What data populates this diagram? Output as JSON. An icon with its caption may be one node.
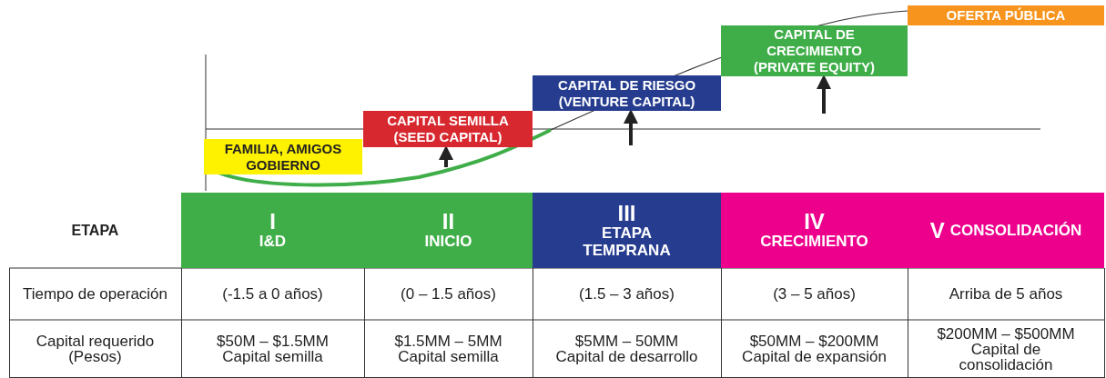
{
  "diagram": {
    "nodes": [
      {
        "text": [
          "FAMILIA, AMIGOS GOBIERNO"
        ]
      },
      {
        "text": [
          "CAPITAL SEMILLA (SEED CAPITAL)"
        ]
      },
      {
        "text": [
          "CAPITAL DE RIESGO (VENTURE CAPITAL)"
        ]
      },
      {
        "text": [
          "CAPITAL DE CRECIMIENTO (PRIVATE EQUITY)"
        ]
      },
      {
        "text": [
          "OFERTA PÚBLICA"
        ]
      },
      {
        "text": [
          "I",
          "I&D"
        ]
      },
      {
        "text": [
          "II",
          "INICIO"
        ]
      },
      {
        "text": [
          "III",
          "ETAPA TEMPRANA"
        ]
      },
      {
        "text": [
          "IV",
          "CRECIMIENTO"
        ]
      },
      {
        "text": [
          "V",
          "CONSOLIDACIÓN"
        ]
      }
    ],
    "edges": [
      {
        "from": null,
        "to": 1,
        "arrow": "to"
      },
      {
        "from": null,
        "to": 2,
        "arrow": "to"
      },
      {
        "from": null,
        "to": 3,
        "arrow": "to"
      }
    ],
    "labels": [
      "ETAPA",
      "Tiempo de operación",
      "(-1.5 a 0 años)",
      "(0 – 1.5 años)",
      "(1.5 – 3 años)",
      "(3 – 5 años)",
      "Arriba de 5 años",
      "Capital requerido (Pesos)",
      "$50M – $1.5MM",
      "Capital semilla",
      "$1.5MM – 5MM",
      "Capital semilla",
      "$5MM – 50MM",
      "Capital de desarrollo",
      "$50MM – $200MM",
      "Capital de expansión",
      "$200MM – $500MM",
      "Capital de consolidación"
    ]
  }
}
